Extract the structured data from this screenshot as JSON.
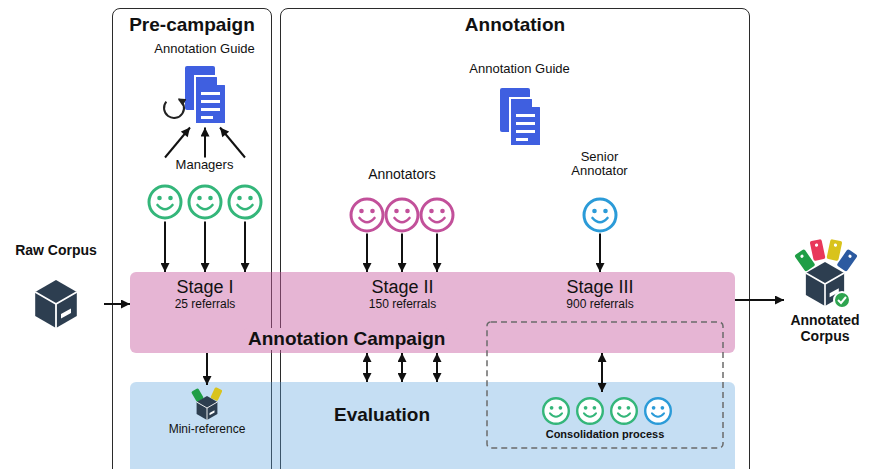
{
  "diagram": {
    "nodes": [
      {
        "text": [
          "Pre-campaign"
        ]
      },
      {
        "text": [
          "Annotation Guide"
        ],
        "in": 0
      },
      {
        "text": [
          "Managers"
        ],
        "in": 0
      },
      {
        "text": [
          "Annotation"
        ]
      },
      {
        "text": [
          "Annotation Guide"
        ],
        "in": 3
      },
      {
        "text": [
          "Annotators"
        ],
        "in": 3
      },
      {
        "text": [
          "Senior Annotator"
        ],
        "in": 3
      },
      {
        "text": [
          "Raw Corpus"
        ]
      },
      {
        "text": [
          "Annotation Campaign"
        ]
      },
      {
        "text": [
          "Stage I",
          "25 referrals"
        ],
        "in": 8
      },
      {
        "text": [
          "Stage II",
          "150 referrals"
        ],
        "in": 8
      },
      {
        "text": [
          "Stage III",
          "900 referrals"
        ],
        "in": 8
      },
      {
        "text": [
          "Annotated Corpus"
        ]
      },
      {
        "text": [
          "Evaluation"
        ]
      },
      {
        "text": [
          "Mini-reference"
        ],
        "in": 13
      },
      {
        "text": [
          "Consolidation process"
        ],
        "in": 13
      }
    ],
    "edges": [
      {
        "from": 2,
        "to": 1,
        "arrow": "to"
      },
      {
        "from": 2,
        "to": 1,
        "arrow": "to"
      },
      {
        "from": 2,
        "to": 1,
        "arrow": "to"
      },
      {
        "from": 2,
        "to": 9,
        "arrow": "to"
      },
      {
        "from": 2,
        "to": 9,
        "arrow": "to"
      },
      {
        "from": 2,
        "to": 9,
        "arrow": "to"
      },
      {
        "from": 5,
        "to": 10,
        "arrow": "to"
      },
      {
        "from": 5,
        "to": 10,
        "arrow": "to"
      },
      {
        "from": 5,
        "to": 10,
        "arrow": "to"
      },
      {
        "from": 6,
        "to": 11,
        "arrow": "to"
      },
      {
        "from": 7,
        "to": 8,
        "arrow": "to"
      },
      {
        "from": 8,
        "to": 12,
        "arrow": "to"
      },
      {
        "from": 8,
        "to": 14,
        "arrow": "to"
      },
      {
        "from": 8,
        "to": 13,
        "arrow": "both"
      },
      {
        "from": 8,
        "to": 13,
        "arrow": "both"
      },
      {
        "from": 8,
        "to": 13,
        "arrow": "both"
      },
      {
        "from": 8,
        "to": 15,
        "arrow": "both"
      }
    ]
  }
}
